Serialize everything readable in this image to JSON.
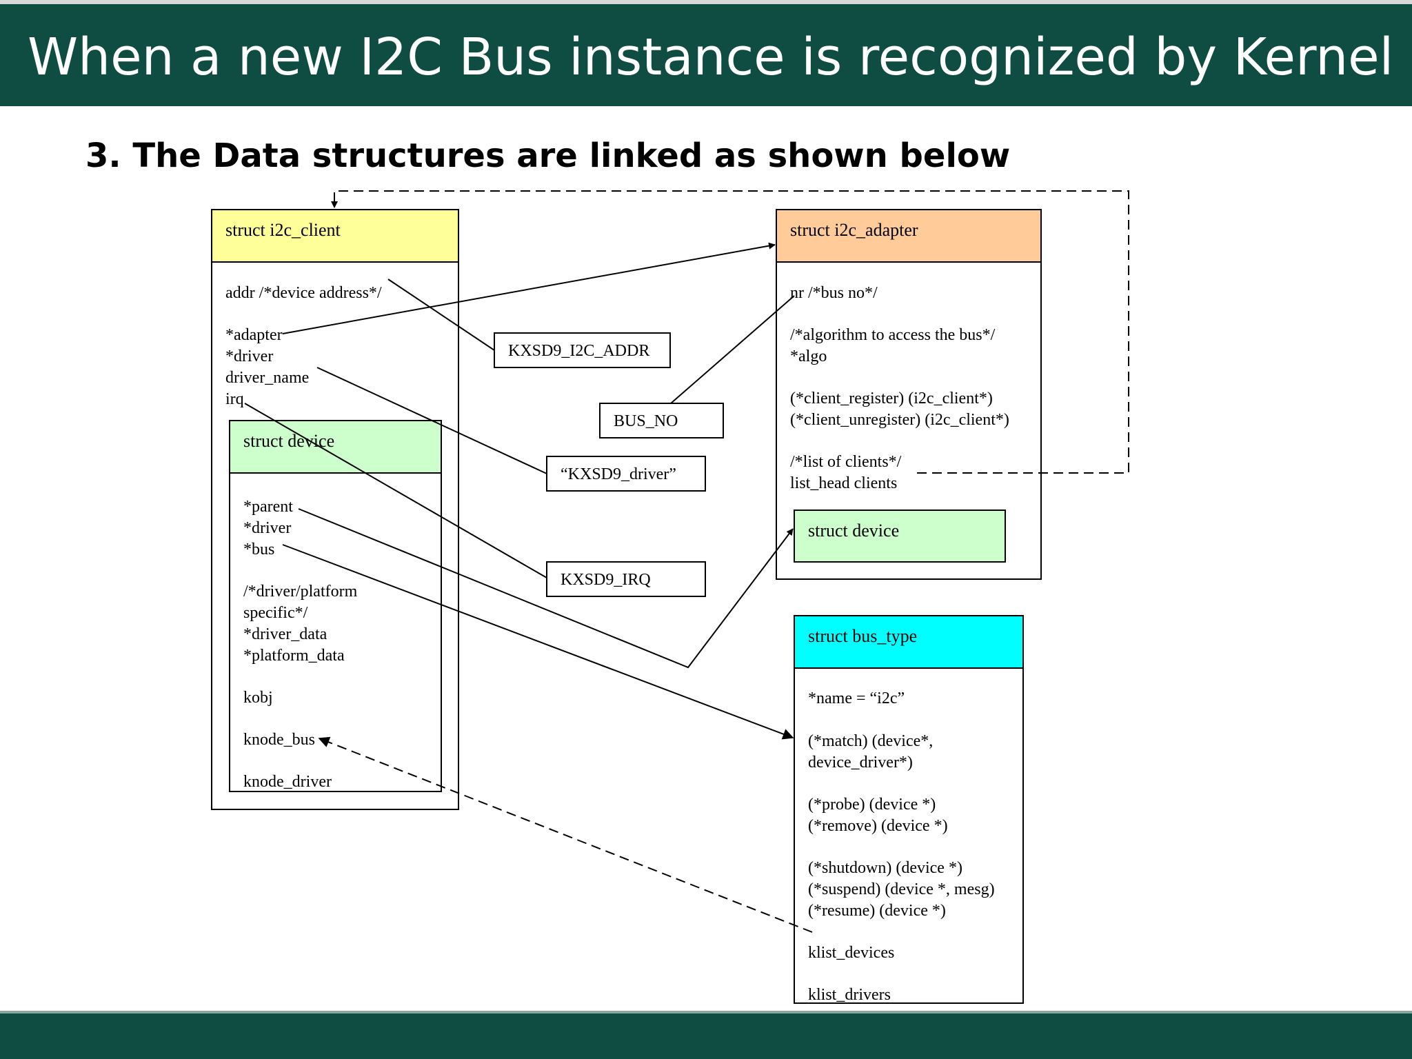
{
  "header": {
    "title": "When a new I2C Bus instance is recognized by Kernel"
  },
  "subtitle": "3. The Data structures are linked as shown below",
  "colors": {
    "header_bg": "#0f4c42",
    "client_header": "#ffff99",
    "adapter_header": "#ffcc99",
    "device_header": "#ccffcc",
    "bus_type_header": "#00ffff"
  },
  "client": {
    "title": "struct i2c_client",
    "addr": "addr  /*device address*/",
    "adapter": "*adapter",
    "driver": "*driver",
    "driver_name": "driver_name",
    "irq": "irq"
  },
  "client_device": {
    "title": "struct device",
    "parent": "*parent",
    "driver": "*driver",
    "bus": "*bus",
    "comment_1": "/*driver/platform",
    "comment_2": "specific*/",
    "driver_data": "*driver_data",
    "platform_data": "*platform_data",
    "kobj": "kobj",
    "knode_bus": "knode_bus",
    "knode_driver": "knode_driver"
  },
  "values": {
    "addr": "KXSD9_I2C_ADDR",
    "bus_no": "BUS_NO",
    "driver_name": "“KXSD9_driver”",
    "irq": "KXSD9_IRQ"
  },
  "adapter": {
    "title": "struct i2c_adapter",
    "nr": "nr /*bus no*/",
    "algo_comment": "/*algorithm to access the bus*/",
    "algo": "*algo",
    "client_register": "(*client_register) (i2c_client*)",
    "client_unregister": "(*client_unregister) (i2c_client*)",
    "clients_comment": "/*list of clients*/",
    "clients": "list_head clients",
    "device": "struct device"
  },
  "bus_type": {
    "title": "struct bus_type",
    "name": "*name = “i2c”",
    "match_1": "(*match) (device*,",
    "match_2": "device_driver*)",
    "probe": "(*probe)  (device *)",
    "remove": "(*remove)  (device *)",
    "shutdown": "(*shutdown) (device *)",
    "suspend": "(*suspend) (device *, mesg)",
    "resume": "(*resume) (device *)",
    "klist_devices": "klist_devices",
    "klist_drivers": "klist_drivers"
  }
}
